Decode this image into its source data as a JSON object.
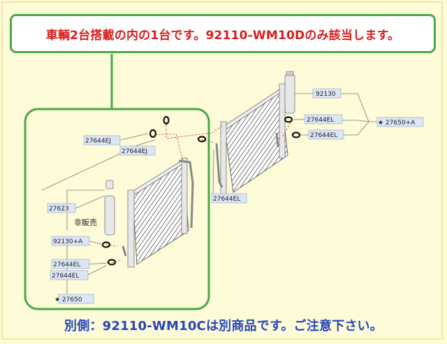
{
  "notice": {
    "top": "車輌2台搭載の内の1台です。92110-WM10Dのみ該当します。",
    "bottom": "別側：92110-WM10Cは別商品です。ご注意下さい。"
  },
  "parts": {
    "p92130": "92130",
    "p27644EL_a": "27644EL",
    "p27644EL_b": "27644EL",
    "p27650A": "★ 27650+A",
    "p27644EJ_a": "27644EJ",
    "p27644EJ_b": "27644EJ",
    "p27644EL_c": "27644EL",
    "p27623": "27623",
    "not_for_sale": "非販売",
    "p92130A": "92130+A",
    "p27644EL_d": "27644EL",
    "p27644EL_e": "27644EL",
    "p27650": "★ 27650"
  },
  "colors": {
    "highlight_border": "#49a849",
    "notice_red": "#d81d1d",
    "notice_blue": "#2646b8",
    "background": "#fdfbd8",
    "label_box": "#dce6f5"
  }
}
